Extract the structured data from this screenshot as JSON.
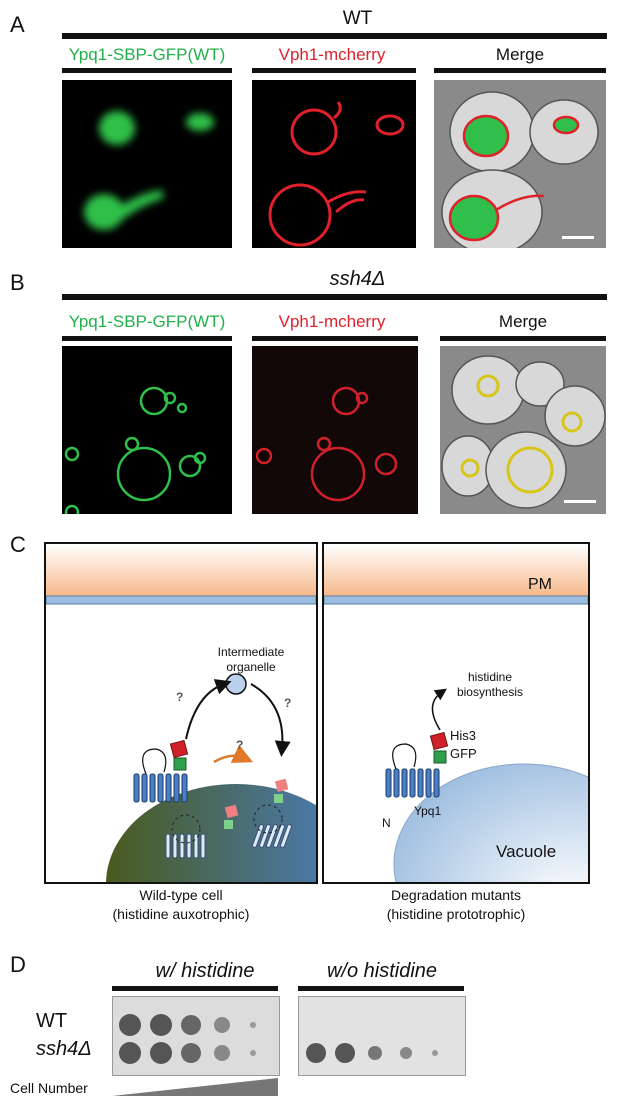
{
  "panels": {
    "A": {
      "letter": "A",
      "header": "WT",
      "channels": [
        "Ypq1-SBP-GFP(WT)",
        "Vph1-mcherry",
        "Merge"
      ]
    },
    "B": {
      "letter": "B",
      "header": "ssh4Δ",
      "channels": [
        "Ypq1-SBP-GFP(WT)",
        "Vph1-mcherry",
        "Merge"
      ]
    },
    "C": {
      "letter": "C",
      "left": {
        "intermediate": [
          "Intermediate",
          "organelle"
        ],
        "question": "?",
        "caption": [
          "Wild-type cell",
          "(histidine auxotrophic)"
        ]
      },
      "right": {
        "pm": "PM",
        "synthesis": [
          "histidine",
          "biosynthesis"
        ],
        "his3": "His3",
        "gfp": "GFP",
        "ypq1": "Ypq1",
        "n_term": "N",
        "vacuole": "Vacuole",
        "caption": [
          "Degradation mutants",
          "(histidine prototrophic)"
        ]
      }
    },
    "D": {
      "letter": "D",
      "conditions": [
        "w/ histidine",
        "w/o histidine"
      ],
      "strains": [
        "WT",
        "ssh4Δ"
      ],
      "cell_number": "Cell Number"
    }
  },
  "colors": {
    "gfp": "#22b04a",
    "mcherry": "#e0202a",
    "pm_orange": "#f7b98a",
    "membrane_blue": "#9dbde0",
    "vacuole_blue": "#4a7fc4",
    "vacuole_green": "#4a6a28"
  }
}
